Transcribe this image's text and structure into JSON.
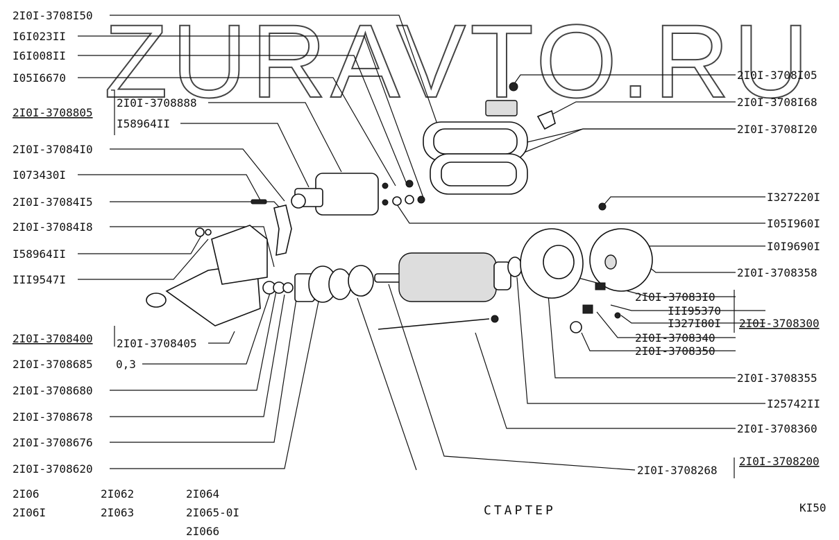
{
  "watermark": "ZURAVTO.RU",
  "title": "СТАРТЕР",
  "sheet": "KI50",
  "models": {
    "col1": [
      "2I06",
      "2I06I"
    ],
    "col2": [
      "2I062",
      "2I063"
    ],
    "col3": [
      "2I064",
      "2I065-0I",
      "2I066"
    ]
  },
  "left_labels": {
    "l1": "2I0I-3708I50",
    "l2": "I6I023II",
    "l3": "I6I008II",
    "l4": "I05I6670",
    "l5": "2I0I-3708888",
    "l6": "2I0I-3708805",
    "l7": "I58964II",
    "l8": "2I0I-37084I0",
    "l9": "I073430I",
    "l10": "2I0I-37084I5",
    "l11": "2I0I-37084I8",
    "l12": "I58964II",
    "l13": "III9547I",
    "l14": "2I0I-3708400",
    "l15": "2I0I-3708405",
    "l16": "2I0I-3708685",
    "l16b": "0,3",
    "l17": "2I0I-3708680",
    "l18": "2I0I-3708678",
    "l19": "2I0I-3708676",
    "l20": "2I0I-3708620"
  },
  "right_labels": {
    "r1": "2I0I-3708I05",
    "r2": "2I0I-3708I68",
    "r3": "2I0I-3708I20",
    "r4": "I327220I",
    "r5": "I05I960I",
    "r6": "I0I9690I",
    "r7": "2I0I-3708358",
    "r8": "2I0I-37083I0",
    "r9": "III95370",
    "r10": "I327I80I",
    "r11": "2I0I-3708300",
    "r12": "2I0I-3708340",
    "r13": "2I0I-3708350",
    "r14": "2I0I-3708355",
    "r15": "I25742II",
    "r16": "2I0I-3708360",
    "r17": "2I0I-3708268",
    "r18": "2I0I-3708200"
  }
}
